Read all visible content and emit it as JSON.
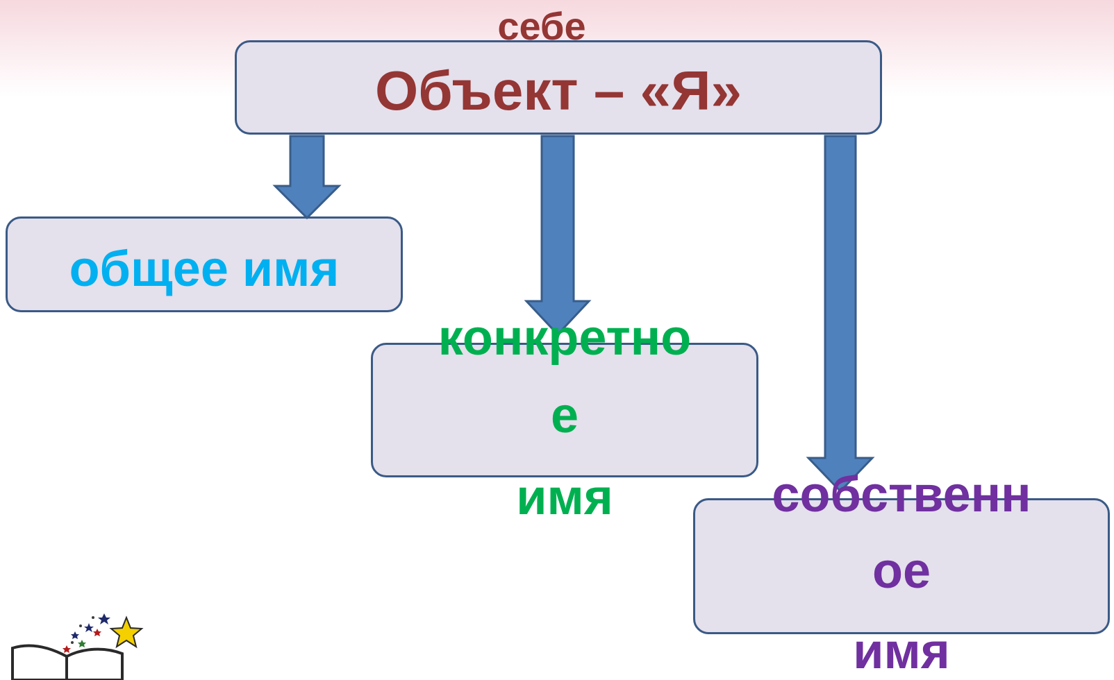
{
  "header": {
    "partial_text": "себе"
  },
  "diagram": {
    "root": {
      "label": "Объект – «Я»",
      "color": "#943634"
    },
    "children": [
      {
        "id": "common",
        "label": "общее имя",
        "color": "#00b0f0"
      },
      {
        "id": "concrete",
        "line1": "конкретно",
        "line2": "е",
        "line3": "имя",
        "color": "#00b050"
      },
      {
        "id": "proper",
        "line1": "собственн",
        "line2": "ое",
        "line3": "имя",
        "color": "#7030a0"
      }
    ],
    "arrow_color": "#4f81bd",
    "arrow_border": "#385d8a",
    "box_fill": "#e4e0ec",
    "box_border": "#3a5a86"
  },
  "decoration": {
    "icon": "open-book-with-stars-icon"
  }
}
